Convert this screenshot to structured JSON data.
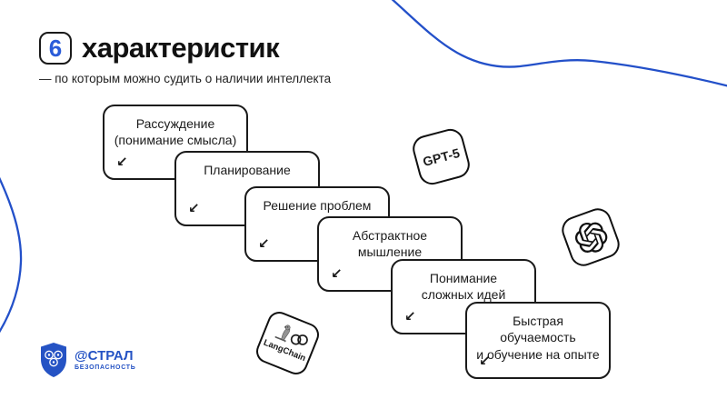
{
  "slide": {
    "header": {
      "number": "6",
      "title": "характеристик",
      "subtitle": "— по которым можно судить о наличии интеллекта"
    },
    "cards": [
      {
        "line1": "Рассуждение",
        "line2": "(понимание смысла)"
      },
      {
        "line1": "Планирование",
        "line2": ""
      },
      {
        "line1": "Решение проблем",
        "line2": ""
      },
      {
        "line1": "Абстрактное",
        "line2": "мышление"
      },
      {
        "line1": "Понимание",
        "line2": "сложных идей"
      },
      {
        "line1": "Быстрая обучаемость",
        "line2": "и обучение на опыте"
      }
    ],
    "card_arrow": "↙",
    "badges": {
      "gpt5": {
        "label": "GPT-5"
      },
      "openai": {
        "icon": "openai-logo"
      },
      "langchain": {
        "label": "LangChain",
        "icon": "parrot-and-chain-rings"
      }
    },
    "footer_logo": {
      "brand": "@СТРАЛ",
      "subtitle": "БЕЗОПАСНОСТЬ",
      "icon": "shield-ornament"
    },
    "colors": {
      "accent_blue": "#2a5cd9",
      "curve_blue": "#2350c9",
      "logo_blue": "#2553c4",
      "ink": "#1a1a1a"
    }
  }
}
